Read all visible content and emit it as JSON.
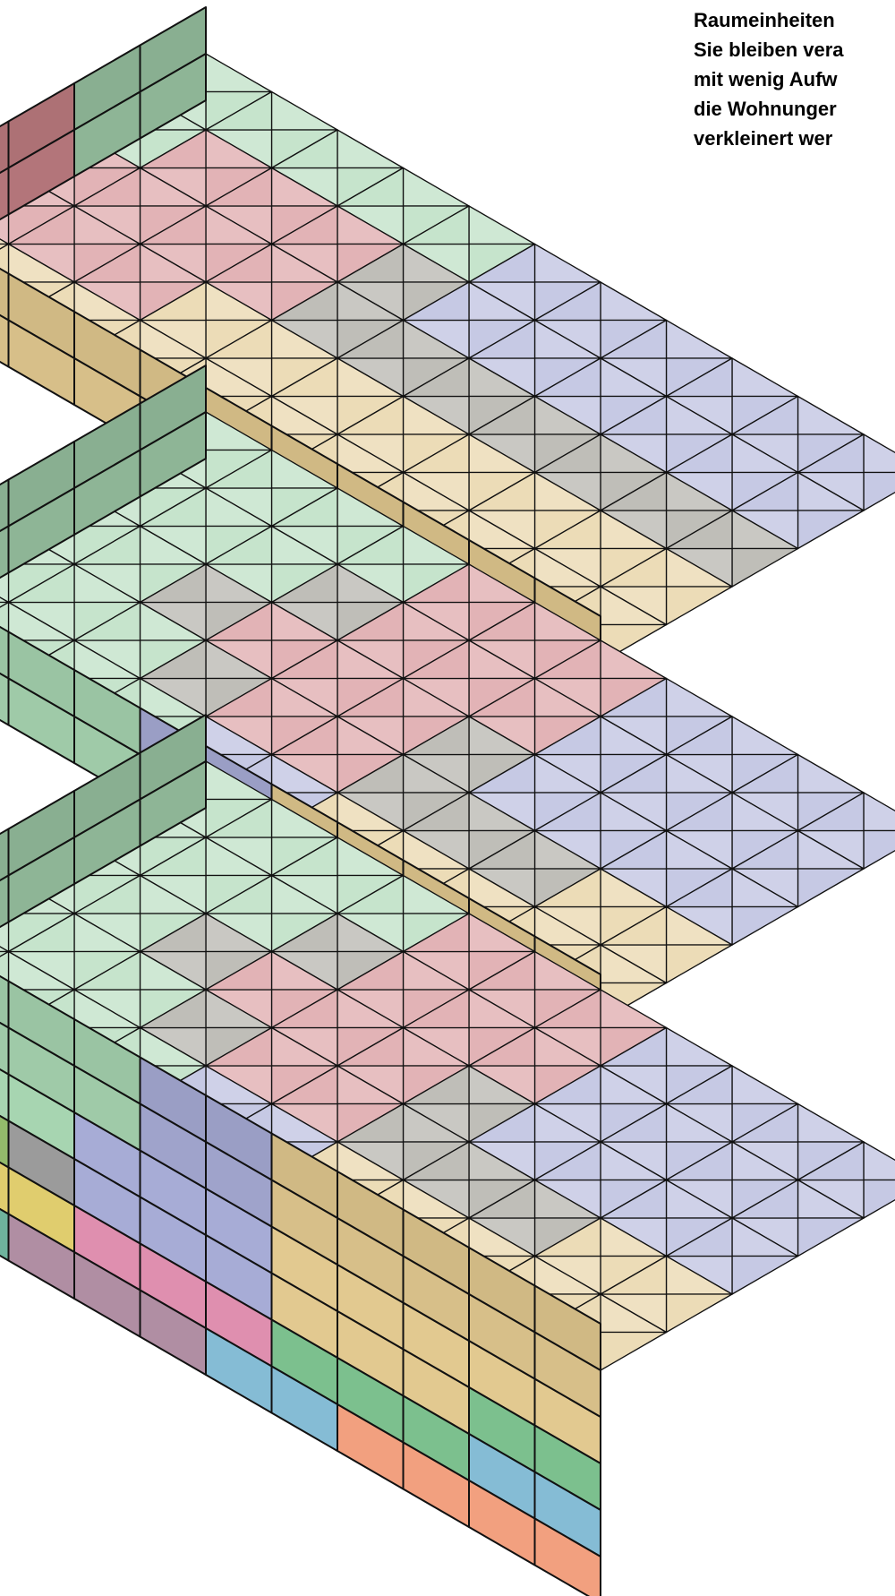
{
  "caption": {
    "lines": [
      "Raumeinheiten",
      "Sie bleiben vera",
      "mit wenig Aufw",
      "die Wohnunger",
      "verkleinert wer"
    ]
  },
  "palette": {
    "green": "#a7d5b1",
    "red": "#d38a8f",
    "blue": "#a7acd6",
    "yellow": "#e2c990",
    "overlap": "#9c9b91",
    "brown": "#c2946a",
    "gray": "#9b9b9b",
    "purple": "#8d84bc",
    "darkgreen": "#6f8c74",
    "lime": "#93bb6b",
    "mustard": "#e0cd6e",
    "teal": "#6fb39d",
    "pink": "#df8faf",
    "mauve": "#b08ea3",
    "skyblue": "#85bcd5",
    "mint": "#7cc08e",
    "salmon": "#f2a07f"
  }
}
